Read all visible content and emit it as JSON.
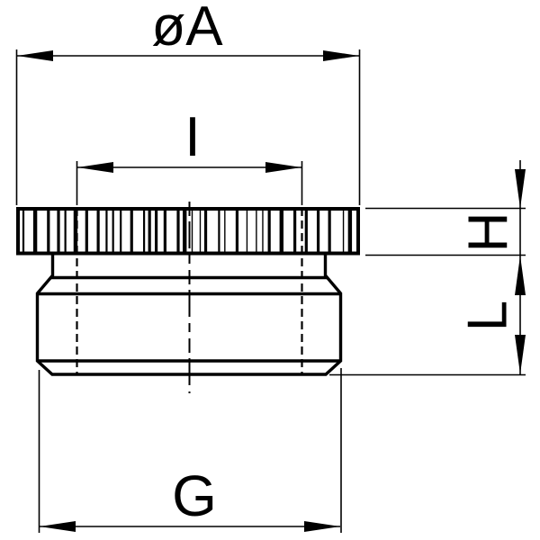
{
  "drawing": {
    "kind": "dimension-drawing",
    "labels": {
      "diameter_a": "øA",
      "inner_i": "I",
      "height_h": "H",
      "length_l": "L",
      "thread_g": "G"
    },
    "colors": {
      "line": "#000000",
      "background": "#ffffff"
    }
  }
}
